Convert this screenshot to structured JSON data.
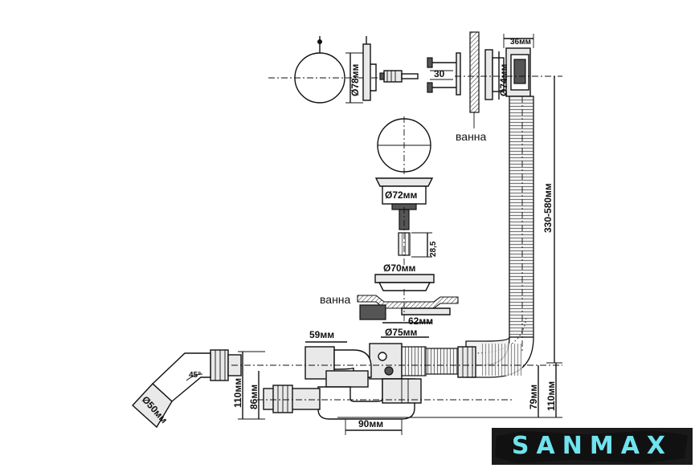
{
  "diagram": {
    "dimensions": {
      "d78": "Ø78мм",
      "mm36": "36мм",
      "d74": "Ø74мм",
      "n30": "30",
      "d72": "Ø72мм",
      "n28_5": "28,5",
      "d70": "Ø70мм",
      "range330_580": "330-580мм",
      "mm59": "59мм",
      "d75": "Ø75мм",
      "mm62": "62мм",
      "angle45": "45°",
      "d50": "Ø50мм",
      "mm110_left": "110мм",
      "mm86": "86мм",
      "mm90": "90мм",
      "mm79": "79мм",
      "mm110_right": "110мм"
    },
    "labels": {
      "bath_top": "ванна",
      "bath_mid": "ванна"
    }
  },
  "brand": {
    "logo_text": "SANMAX",
    "logo_color": "#6fe3ee",
    "logo_bg": "#1a1a1a"
  }
}
